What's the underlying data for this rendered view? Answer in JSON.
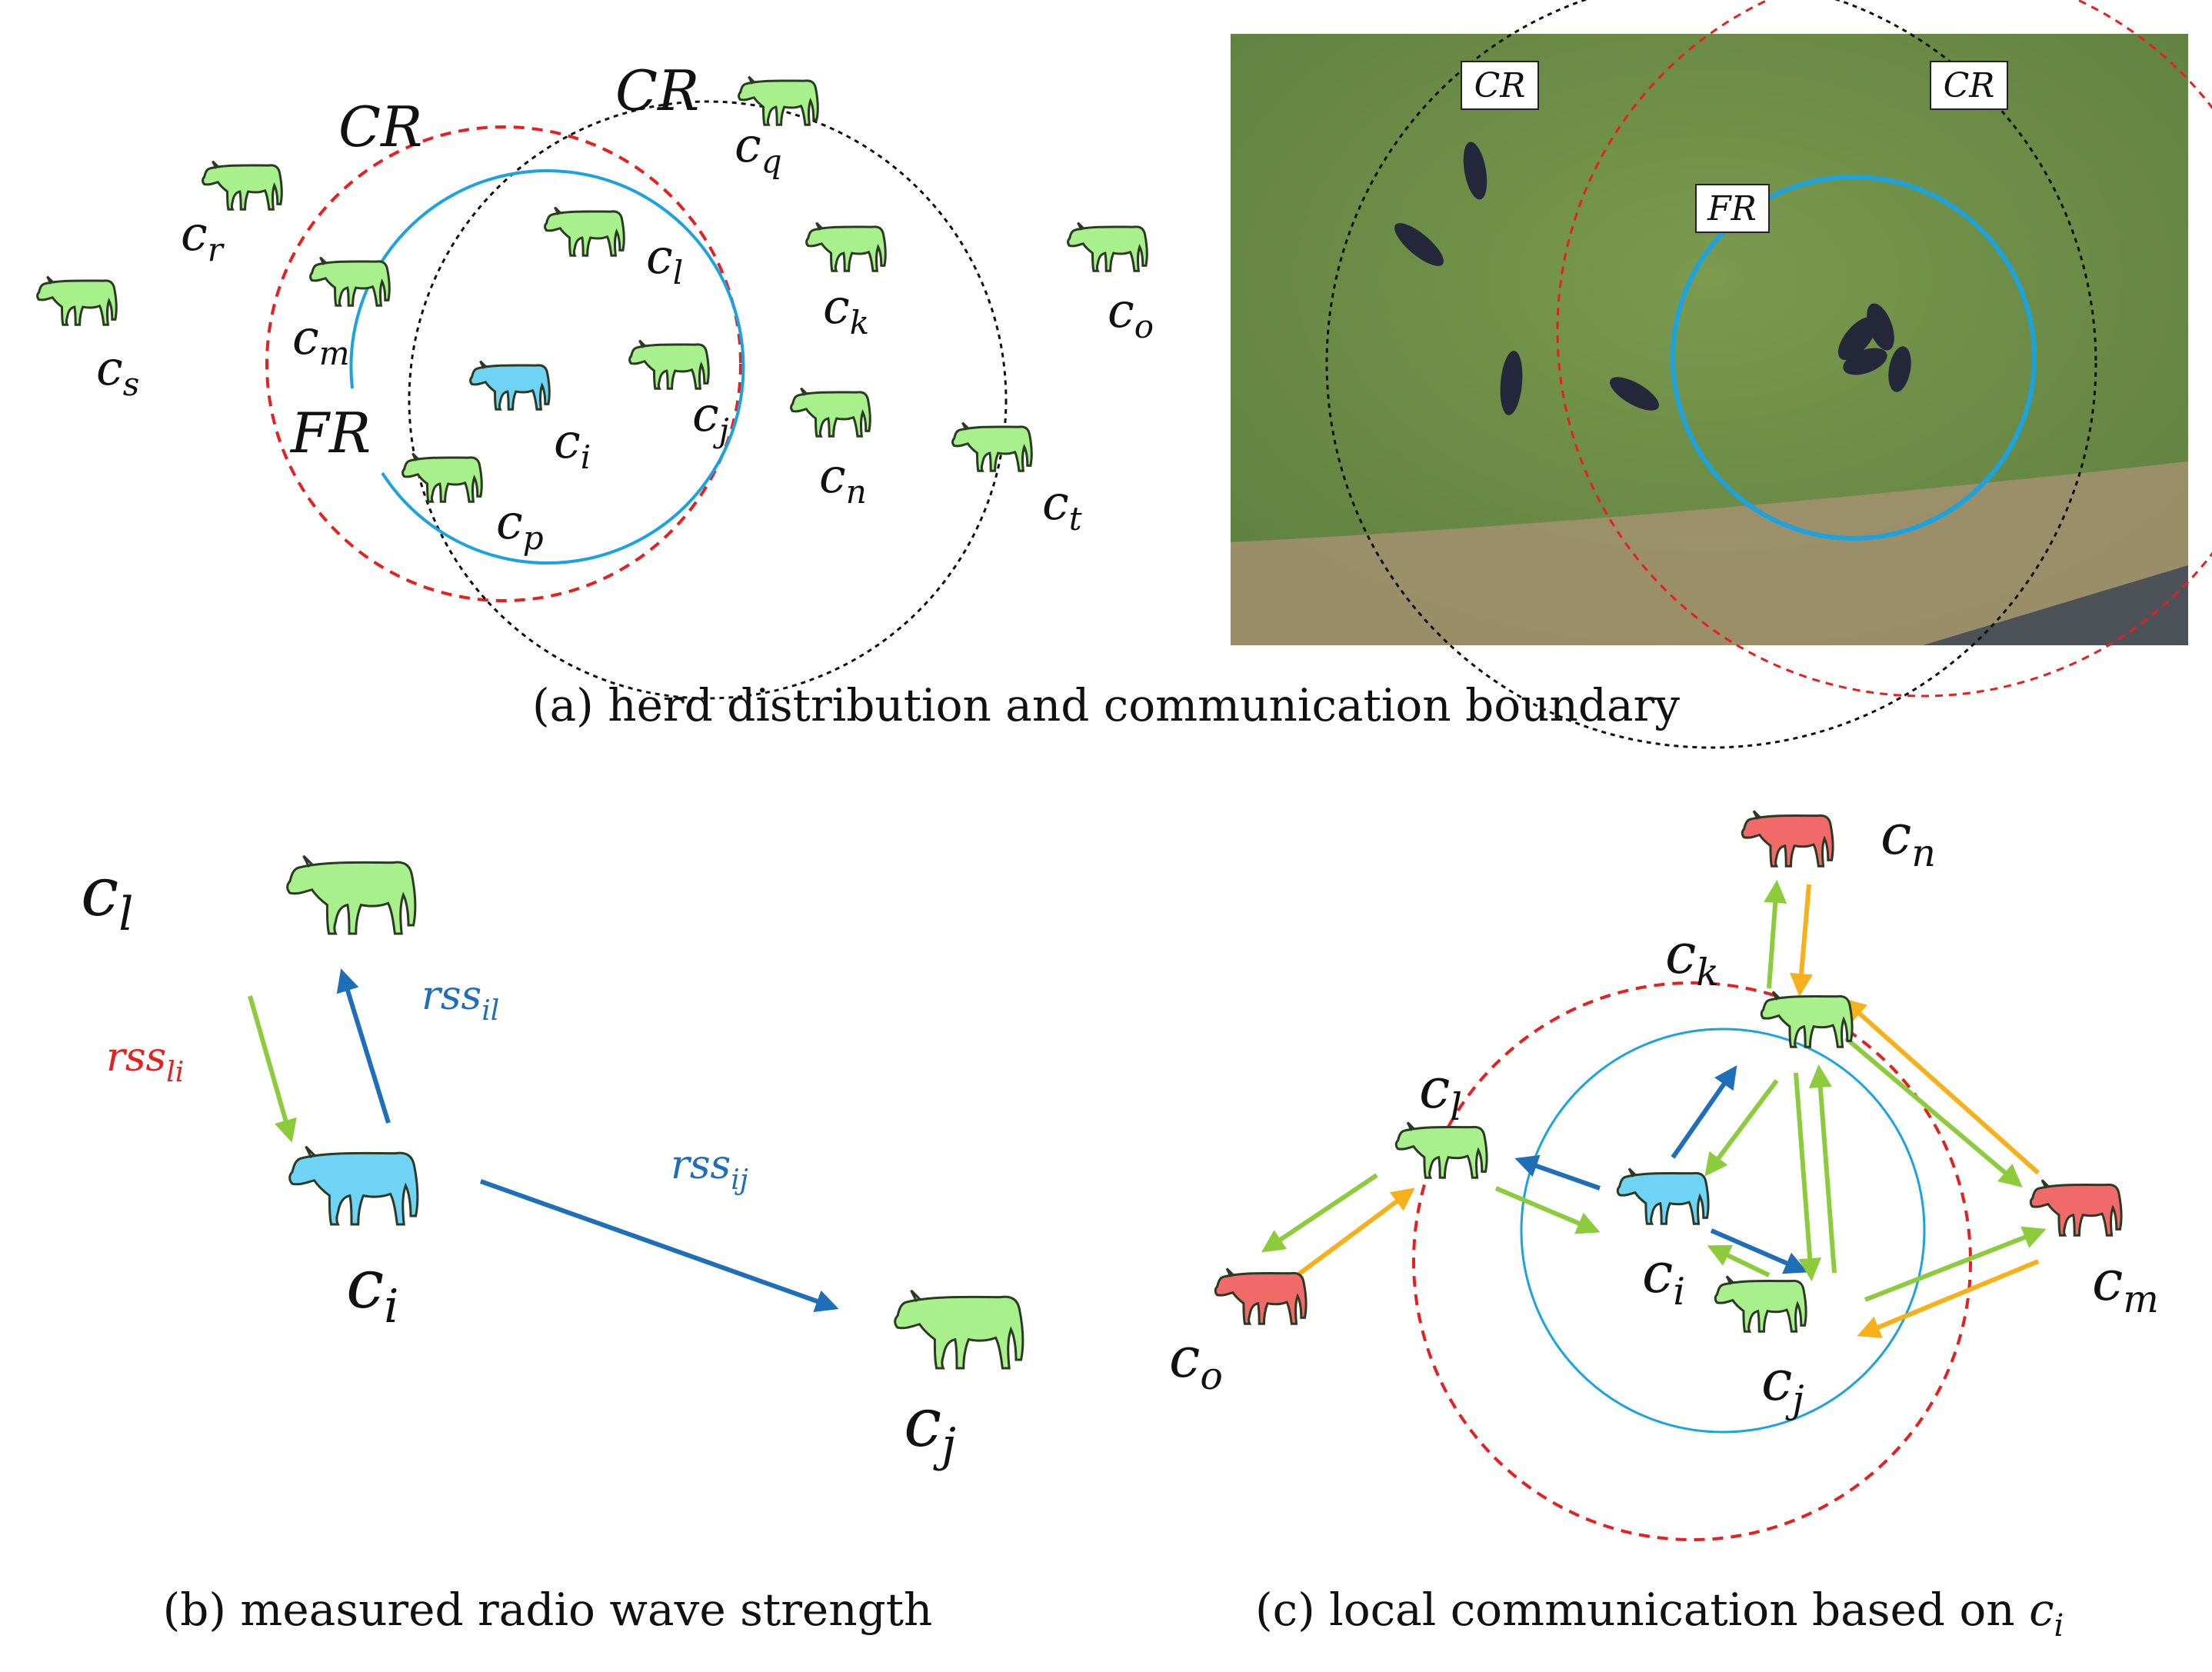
{
  "panel_a": {
    "caption": "(a) herd distribution and communication boundary",
    "labels": {
      "cr_red": "CR",
      "cr_black": "CR",
      "fr": "FR"
    },
    "photo_labels": {
      "cr_black": "CR",
      "cr_red": "CR",
      "fr": "FR"
    },
    "cows": [
      {
        "sub": "s",
        "color": "green"
      },
      {
        "sub": "r",
        "color": "green"
      },
      {
        "sub": "m",
        "color": "green"
      },
      {
        "sub": "l",
        "color": "green"
      },
      {
        "sub": "i",
        "color": "blue"
      },
      {
        "sub": "j",
        "color": "green"
      },
      {
        "sub": "p",
        "color": "green"
      },
      {
        "sub": "q",
        "color": "green"
      },
      {
        "sub": "k",
        "color": "green"
      },
      {
        "sub": "n",
        "color": "green"
      },
      {
        "sub": "o",
        "color": "green"
      },
      {
        "sub": "t",
        "color": "green"
      }
    ]
  },
  "panel_b": {
    "caption": "(b) measured radio wave strength",
    "cows": [
      {
        "sub": "l",
        "color": "green"
      },
      {
        "sub": "i",
        "color": "blue"
      },
      {
        "sub": "j",
        "color": "green"
      }
    ],
    "edges": [
      {
        "label_base": "rss",
        "label_sub": "li",
        "color": "#e62020"
      },
      {
        "label_base": "rss",
        "label_sub": "il",
        "color": "#1f6fb8"
      },
      {
        "label_base": "rss",
        "label_sub": "ij",
        "color": "#1f6fb8"
      }
    ]
  },
  "panel_c": {
    "caption_prefix": "(c) local communication based on ",
    "caption_sym": "c",
    "caption_sub": "i",
    "cows": [
      {
        "sub": "n",
        "color": "red"
      },
      {
        "sub": "k",
        "color": "green"
      },
      {
        "sub": "l",
        "color": "green"
      },
      {
        "sub": "i",
        "color": "blue"
      },
      {
        "sub": "j",
        "color": "green"
      },
      {
        "sub": "o",
        "color": "red"
      },
      {
        "sub": "m",
        "color": "red"
      }
    ]
  },
  "colors": {
    "cow_green": "#a8f08c",
    "cow_blue": "#6fd3f5",
    "cow_red": "#f06a6a",
    "cr_red": "#e62020",
    "fr_blue": "#1aa3e0",
    "arrow_blue": "#1f6fb8",
    "arrow_green": "#8ccc3c",
    "arrow_orange": "#f5b01a"
  },
  "cow_symbol": "c"
}
